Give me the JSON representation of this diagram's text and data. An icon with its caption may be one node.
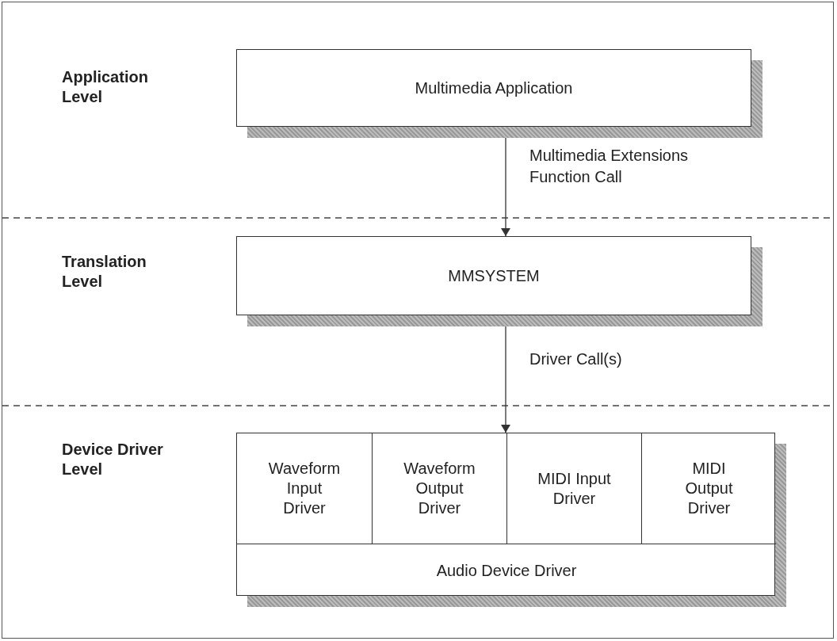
{
  "diagram": {
    "nodes": [
      {
        "text": [
          "Multimedia Application"
        ]
      },
      {
        "text": [
          "MMSYSTEM"
        ]
      },
      {
        "text": [],
        "shape": "box"
      },
      {
        "text": [
          "Waveform Input Driver"
        ],
        "in": 2
      },
      {
        "text": [
          "Waveform Output Driver"
        ],
        "in": 2
      },
      {
        "text": [
          "MIDI Input Driver"
        ],
        "in": 2
      },
      {
        "text": [
          "MIDI Output Driver"
        ],
        "in": 2
      },
      {
        "text": [
          "Audio Device Driver"
        ],
        "in": 2
      }
    ],
    "edges": [
      {
        "from": 0,
        "to": 1,
        "arrow": "to",
        "label": "Multimedia Extensions Function Call"
      },
      {
        "from": 1,
        "to": 2,
        "arrow": "to",
        "label": "Driver Call(s)"
      }
    ],
    "labels": [
      "Application Level",
      "Translation Level",
      "Device Driver Level"
    ]
  }
}
